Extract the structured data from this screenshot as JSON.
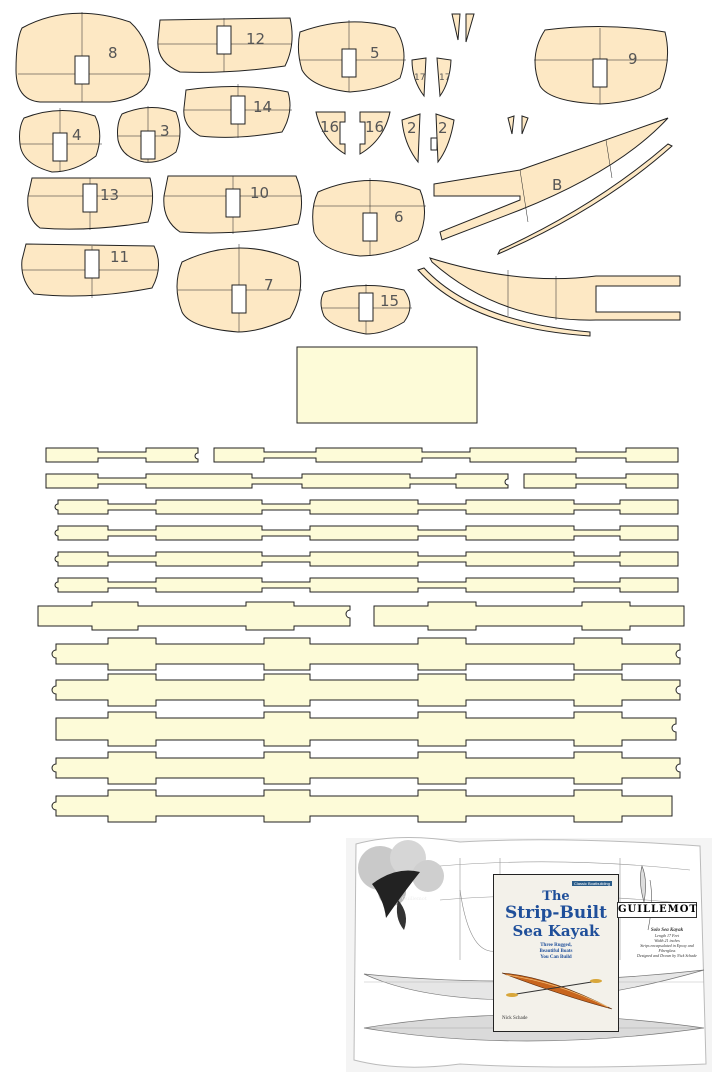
{
  "forms": {
    "labels": [
      "8",
      "12",
      "5",
      "9",
      "17",
      "17",
      "14",
      "16",
      "16",
      "2",
      "2",
      "4",
      "3",
      "13",
      "10",
      "6",
      "B",
      "11",
      "7",
      "15"
    ]
  },
  "book": {
    "series": "Classic Boatbuilding",
    "title_line1": "The",
    "title_line2": "Strip-Built",
    "title_line3": "Sea Kayak",
    "subtitle_line1": "Three Rugged,",
    "subtitle_line2": "Beautiful Boats",
    "subtitle_line3": "You Can Build",
    "author": "Nick Schade",
    "design_name": "GUILLEMOT",
    "spec_line1": "Solo Sea Kayak",
    "spec_line2": "Length 17 Feet",
    "spec_line3": "Width 21 inches",
    "spec_line4": "Strips encapsulated in Epoxy and Fiberglass",
    "spec_line5": "Designed and Drawn by Nick Schade",
    "logo_text": "Guillemot"
  },
  "colors": {
    "part_fill": "#fde8c4",
    "strip_fill": "#fdfbd8",
    "outline": "#222222",
    "cover_title": "#1f4f9a"
  }
}
